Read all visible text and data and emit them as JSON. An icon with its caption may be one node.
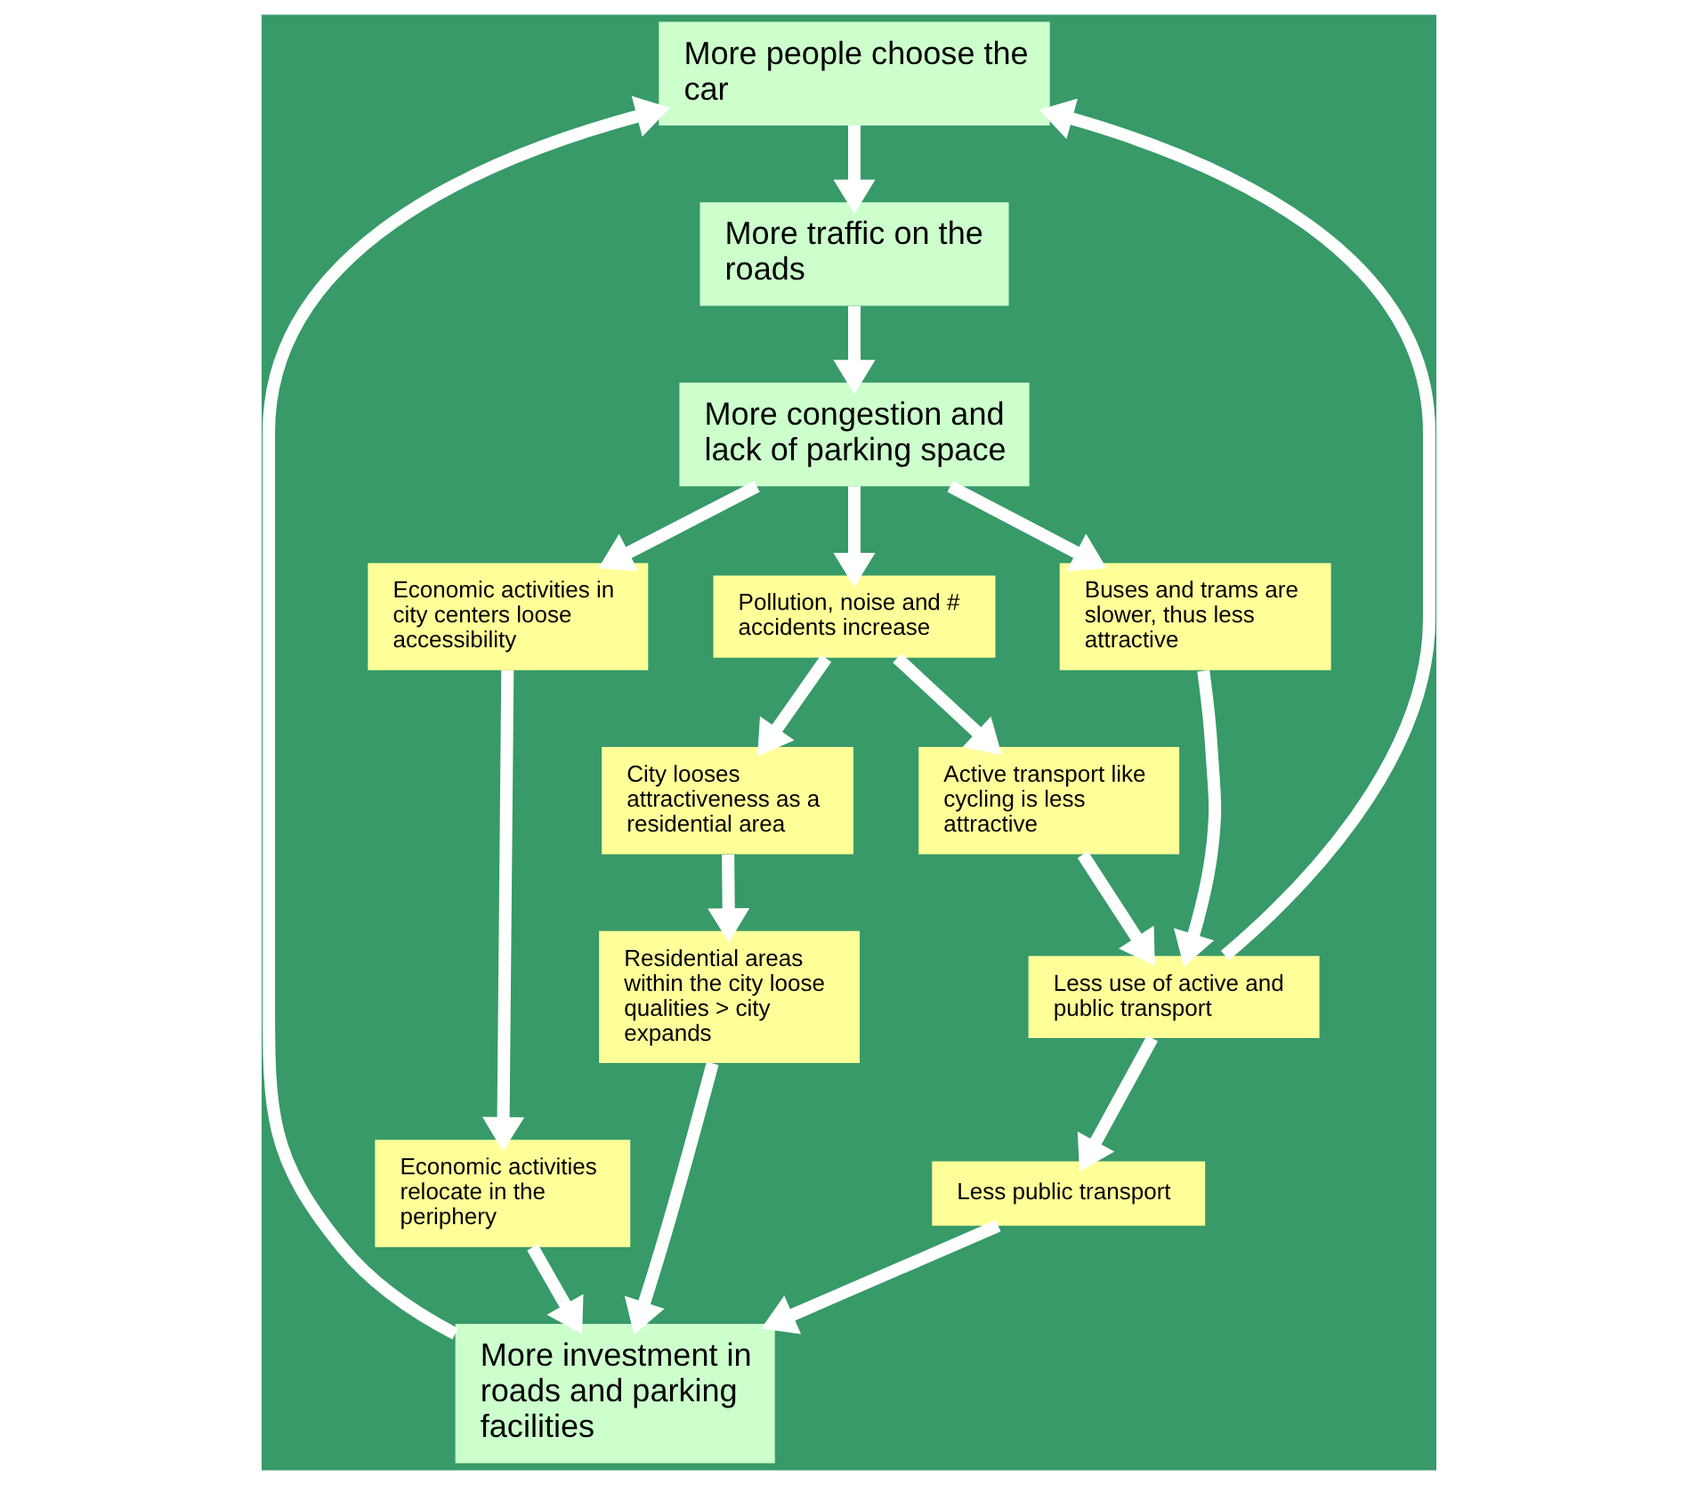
{
  "diagram": {
    "nodes": [
      {
        "text": [
          "More people choose the car"
        ]
      },
      {
        "text": [
          "More traffic on the roads"
        ]
      },
      {
        "text": [
          "More congestion and lack of parking space"
        ]
      },
      {
        "text": [
          "More investment in roads and parking facilities"
        ]
      },
      {
        "text": [
          "Buses and trams are slower, thus less attractive"
        ]
      },
      {
        "text": [
          "Less public transport"
        ]
      },
      {
        "text": [
          "Less use of active and public transport"
        ]
      },
      {
        "text": [
          "Active transport like cycling is less attractive"
        ]
      },
      {
        "text": [
          "Residential areas within the city loose qualities > city expands"
        ]
      },
      {
        "text": [
          "City looses attractiveness as a residential area"
        ]
      },
      {
        "text": [
          "Pollution, noise and # accidents increase"
        ]
      },
      {
        "text": [
          "Economic activities relocate in the periphery"
        ]
      },
      {
        "text": [
          "Economic activities in city centers loose accessibility"
        ]
      }
    ],
    "edges": [
      {
        "from": 0,
        "to": 1,
        "arrow": "to"
      },
      {
        "from": 1,
        "to": 2,
        "arrow": "to"
      },
      {
        "from": 3,
        "to": 0,
        "arrow": "to"
      },
      {
        "from": 2,
        "to": 4,
        "arrow": "to"
      },
      {
        "from": 2,
        "to": 10,
        "arrow": "to"
      },
      {
        "from": 2,
        "to": 12,
        "arrow": "to"
      },
      {
        "from": 4,
        "to": 6,
        "arrow": "to"
      },
      {
        "from": 7,
        "to": 6,
        "arrow": "to"
      },
      {
        "from": 10,
        "to": 7,
        "arrow": "to"
      },
      {
        "from": 10,
        "to": 9,
        "arrow": "to"
      },
      {
        "from": 6,
        "to": 0,
        "arrow": "to"
      },
      {
        "from": 6,
        "to": 5,
        "arrow": "to"
      },
      {
        "from": 9,
        "to": 8,
        "arrow": "to"
      },
      {
        "from": 12,
        "to": 11,
        "arrow": "to"
      },
      {
        "from": 5,
        "to": 3,
        "arrow": "to"
      },
      {
        "from": 8,
        "to": 3,
        "arrow": "to"
      },
      {
        "from": 11,
        "to": 3,
        "arrow": "to"
      }
    ]
  }
}
